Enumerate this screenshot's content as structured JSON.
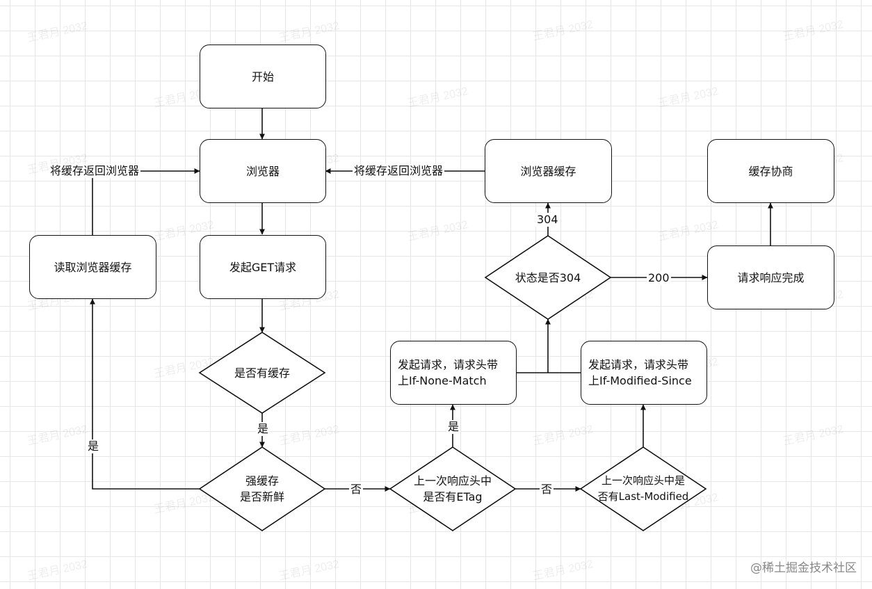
{
  "nodes": {
    "start": "开始",
    "browser": "浏览器",
    "get_request": "发起GET请求",
    "has_cache": "是否有缓存",
    "fresh_line1": "强缓存",
    "fresh_line2": "是否新鲜",
    "read_cache": "读取浏览器缓存",
    "etag_line1": "上一次响应头中",
    "etag_line2": "是否有ETag",
    "lastmod_line1": "上一次响应头中是",
    "lastmod_line2": "否有Last-Modified",
    "inm_line1": "发起请求，请求头带",
    "inm_line2": "上If-None-Match",
    "ims_line1": "发起请求，请求头带",
    "ims_line2": "上If-Modified-Since",
    "status304": "状态是否304",
    "browser_cache": "浏览器缓存",
    "response_done": "请求响应完成",
    "negotiation": "缓存协商"
  },
  "edge_labels": {
    "return_left": "将缓存返回浏览器",
    "return_right": "将缓存返回浏览器",
    "yes_has_cache": "是",
    "yes_fresh": "是",
    "no_fresh": "否",
    "no_etag": "否",
    "yes_etag": "是",
    "code_304": "304",
    "code_200": "200"
  },
  "watermark": "王君月 2032",
  "site_mark": "@稀土掘金技术社区"
}
